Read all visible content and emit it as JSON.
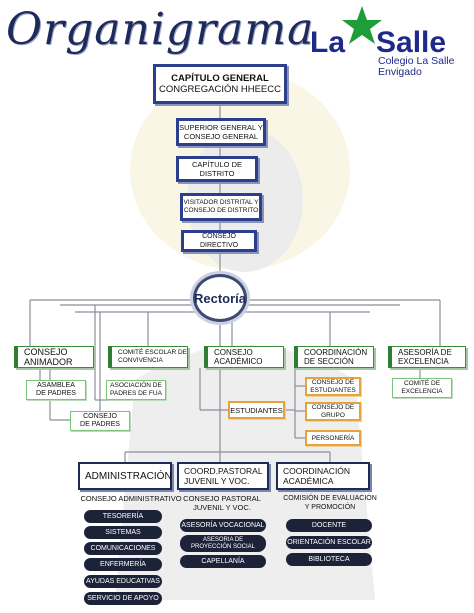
{
  "header": {
    "title": "Organigrama"
  },
  "logo": {
    "la": "La",
    "salle": "Salle",
    "line1": "Colegio La Salle",
    "line2": "Envigado"
  },
  "top": {
    "capitulo_1": "CAPÍTULO GENERAL",
    "capitulo_2": "CONGREGACIÓN HHEECC",
    "superior_1": "SUPERIOR GENERAL Y",
    "superior_2": "CONSEJO GENERAL",
    "distrito_1": "CAPÍTULO DE",
    "distrito_2": "DISTRITO",
    "visitador_1": "VISITADOR DISTRITAL Y",
    "visitador_2": "CONSEJO DE DISTRITO",
    "directivo": "CONSEJO DIRECTIVO",
    "rectoria": "Rectoría"
  },
  "row": {
    "animador_1": "CONSEJO",
    "animador_2": "ANIMADOR",
    "comite_1": "COMITÉ ESCOLAR DE",
    "comite_2": "CONVIVENCIA",
    "academico_1": "CONSEJO",
    "academico_2": "ACADÉMICO",
    "seccion_1": "COORDINACIÓN",
    "seccion_2": "DE SECCIÓN",
    "asesoria_1": "ASESORÍA DE",
    "asesoria_2": "EXCELENCIA"
  },
  "sub": {
    "asamblea_1": "ASAMBLEA",
    "asamblea_2": "DE PADRES",
    "asociacion_1": "ASOCIACIÓN DE",
    "asociacion_2": "PADRES DE FUA",
    "consejo_padres_1": "CONSEJO",
    "consejo_padres_2": "DE PADRES",
    "estudiantes": "ESTUDIANTES",
    "consejo_est_1": "CONSEJO DE",
    "consejo_est_2": "ESTUDIANTES",
    "consejo_grupo_1": "CONSEJO DE",
    "consejo_grupo_2": "GRUPO",
    "personeria": "PERSONERÍA",
    "comite_exc_1": "COMITÉ DE",
    "comite_exc_2": "EXCELENCIA"
  },
  "bottom": {
    "admin_title": "ADMINISTRACIÓN",
    "admin_sub": "CONSEJO ADMINISTRATIVO",
    "admin_items": [
      "TESORERÍA",
      "SISTEMAS",
      "COMUNICACIONES",
      "ENFERMERÍA",
      "AYUDAS EDUCATIVAS",
      "SERVICIO DE APOYO"
    ],
    "pastoral_title_1": "COORD.PASTORAL",
    "pastoral_title_2": "JUVENIL Y VOC.",
    "pastoral_sub_1": "CONSEJO PASTORAL",
    "pastoral_sub_2": "JUVENIL Y VOC.",
    "pastoral_items": [
      "ASESORÍA VOCACIONAL",
      "ASESORIA DE",
      "PROYECCIÓN SOCIAL",
      "CAPELLANÍA"
    ],
    "acad_title_1": "COORDINACIÓN",
    "acad_title_2": "ACADÉMICA",
    "acad_sub_1": "COMISIÓN DE EVALUACIÓN",
    "acad_sub_2": "Y PROMOCIÓN",
    "acad_items": [
      "DOCENTE",
      "ORIENTACIÓN ESCOLAR",
      "BIBLIOTECA"
    ]
  },
  "colors": {
    "navy": "#2c3f8c",
    "green": "#2e7d32",
    "orange": "#e6a23c",
    "dark": "#1c2338",
    "star": "#1e9e3a"
  }
}
